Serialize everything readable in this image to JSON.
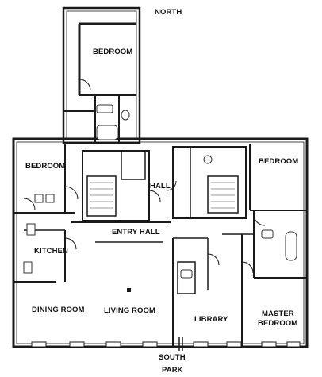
{
  "compass": {
    "north": "NORTH",
    "south": "SOUTH"
  },
  "street": "PARK",
  "rooms": {
    "north_bedroom": "BEDROOM",
    "west_bedroom": "BEDROOM",
    "east_bedroom": "BEDROOM",
    "hall": "HALL",
    "entry_hall": "ENTRY HALL",
    "kitchen": "KITCHEN",
    "dining_room": "DINING ROOM",
    "living_room": "LIVING ROOM",
    "library": "LIBRARY",
    "master_bedroom_line1": "MASTER",
    "master_bedroom_line2": "BEDROOM"
  },
  "colors": {
    "wall": "#1a1a1a",
    "fixture": "#333333",
    "background": "#ffffff"
  }
}
